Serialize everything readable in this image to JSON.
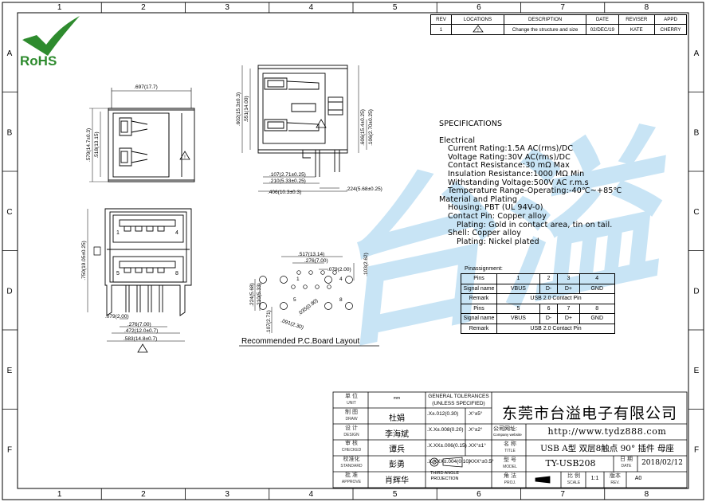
{
  "grid": {
    "columns": [
      "1",
      "2",
      "3",
      "4",
      "5",
      "6",
      "7",
      "8"
    ],
    "rows": [
      "A",
      "B",
      "C",
      "D",
      "E",
      "F"
    ]
  },
  "logo": {
    "text": "RoHS"
  },
  "revision_table": {
    "headers": [
      "REV",
      "LOCATIONS",
      "DESCRIPTION",
      "DATE",
      "REVISER",
      "APPD"
    ],
    "row": {
      "rev": "1",
      "description": "Change the structure and size",
      "date": "02/DEC/19",
      "reviser": "KATE",
      "appd": "CHERRY"
    }
  },
  "watermark": {
    "text": "台溢"
  },
  "dimensions": {
    "top_view": {
      "width": ".697(17.7)",
      "height_outer": ".579(14.7±0.3)",
      "height_inner": ".518(13.15)"
    },
    "side_view": {
      "h1": ".602(15.3±0.3)",
      "h2": ".551(14.00)",
      "h3": ".606(15.4±0.25)",
      "h4": ".106(2.70±0.25)",
      "d1": ".107(2.71±0.25)",
      "d2": ".210(5.33±0.25)",
      "d3": ".406(10.3±0.3)",
      "d4": ".224(5.68±0.25)"
    },
    "front_view": {
      "height": ".750(19.05±0.25)",
      "w1": ".079(2.00)",
      "w2": ".276(7.00)",
      "w3": ".472(12.0±0.7)",
      "w4": ".583(14.8±0.7)",
      "pin_numbers_top": [
        "1",
        "4"
      ],
      "pin_numbers_bottom": [
        "5",
        "8"
      ]
    },
    "pcb_layout": {
      "w1": ".517(13.14)",
      "w2": ".276(7.00)",
      "w3": ".079(2.00)",
      "h1": ".103(2.62)",
      "h2": ".224(5.68)",
      "h3": ".210(5.33)",
      "h4": ".107(2.71)",
      "d1": ".035(0.90)",
      "d2": ".091(2.30)",
      "pin_numbers": [
        "1",
        "4",
        "5",
        "8"
      ],
      "caption": "Recommended P.C.Board Layout"
    }
  },
  "specifications": {
    "title": "SPECIFICATIONS",
    "lines": [
      {
        "indent": 0,
        "text": "Electrical"
      },
      {
        "indent": 1,
        "text": "Current Rating:1.5A AC(rms)/DC"
      },
      {
        "indent": 1,
        "text": "Voltage Rating:30V AC(rms)/DC"
      },
      {
        "indent": 1,
        "text": "Contact Resistance:30 mΩ  Max"
      },
      {
        "indent": 1,
        "text": "Insulation Resistance:1000 MΩ  Min"
      },
      {
        "indent": 1,
        "text": "Withstanding Voltage:500V AC r.m.s"
      },
      {
        "indent": 1,
        "text": "Temperature Range-Operating:-40℃~+85℃"
      },
      {
        "indent": 0,
        "text": "Material and Plating"
      },
      {
        "indent": 1,
        "text": "Housing: PBT (UL 94V-0)"
      },
      {
        "indent": 1,
        "text": "Contact Pin:  Copper alloy"
      },
      {
        "indent": 2,
        "text": "Plating:  Gold in contact area, tin on tail."
      },
      {
        "indent": 1,
        "text": "Shell:  Copper alloy"
      },
      {
        "indent": 2,
        "text": "Plating:  Nickel plated"
      }
    ]
  },
  "pin_assignment": {
    "title": "Pinassignment:",
    "groups": [
      {
        "pins_label": "Pins",
        "pins": [
          "1",
          "2",
          "3",
          "4"
        ],
        "signal_label": "Signal name",
        "signals": [
          "VBUS",
          "D-",
          "D+",
          "GND"
        ],
        "remark_label": "Remark",
        "remark": "USB 2.0 Contact Pin"
      },
      {
        "pins_label": "Pins",
        "pins": [
          "5",
          "6",
          "7",
          "8"
        ],
        "signal_label": "Signal name",
        "signals": [
          "VBUS",
          "D-",
          "D+",
          "GND"
        ],
        "remark_label": "Remark",
        "remark": "USB 2.0 Contact Pin"
      }
    ]
  },
  "title_block": {
    "unit": {
      "label": "单  位",
      "sub": "UNIT",
      "value": "mm"
    },
    "draw": {
      "label": "制  图",
      "sub": "DRAW",
      "value": "杜娟"
    },
    "design": {
      "label": "设  计",
      "sub": "DESIGN",
      "value": "李海斌"
    },
    "checked": {
      "label": "审  核",
      "sub": "CHECKED",
      "value": "谭兵"
    },
    "standard": {
      "label": "校准化",
      "sub": "STANDARD",
      "value": "彭勇"
    },
    "approve": {
      "label": "批  准",
      "sub": "APPROVE",
      "value": "肖辉华"
    },
    "tolerances": {
      "title": "GENERAL TOLERANCES",
      "subtitle": "(UNLESS SPECIFIED)",
      "rows": [
        [
          ".X±.012(0.30)",
          ".X°±5°"
        ],
        [
          ".X.X±.008(0.20)",
          ".X°±2°"
        ],
        [
          ".X.XX±.006(0.15)",
          ".XX°±1°"
        ],
        [
          ".X.XXX±.004(0.10)",
          ".XXX°±0.5°"
        ]
      ],
      "projection": "THIRD ANGLE\nPROJECTION"
    },
    "company": "东莞市台溢电子有限公司",
    "website": {
      "label": "公司网址:",
      "sub": "Company website",
      "value": "http://www.tydz888.com"
    },
    "title": {
      "label": "名  称",
      "sub": "TITLE",
      "value": "USB A型 双层8触点 90° 插件 母座"
    },
    "model": {
      "label": "型  号",
      "sub": "MODEL",
      "value": "TY-USB208"
    },
    "date": {
      "label": "日  期",
      "sub": "DATE",
      "value": "2018/02/12"
    },
    "proj": {
      "label": "角  法",
      "sub": "PROJ."
    },
    "scale": {
      "label": "比  例",
      "sub": "SCALE",
      "value": "1:1"
    },
    "rev": {
      "label": "版本",
      "sub": "REV.",
      "value": "A0"
    }
  },
  "colors": {
    "rohs_green": "#2e8b2e",
    "watermark": "#bfe0f4",
    "line": "#000000"
  }
}
